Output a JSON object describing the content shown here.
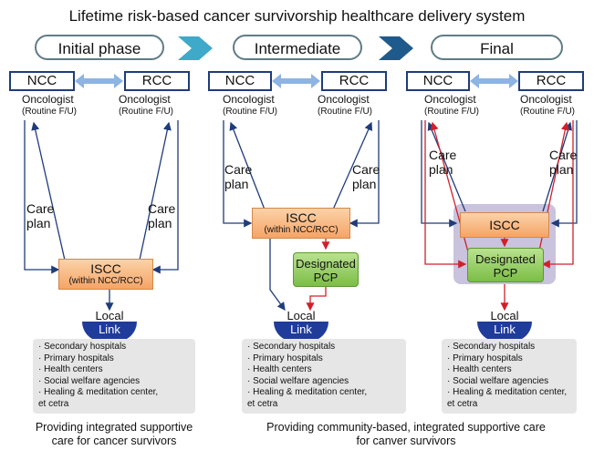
{
  "title": "Lifetime risk-based cancer survivorship healthcare delivery system",
  "phases": [
    "Initial phase",
    "Intermediate",
    "Final"
  ],
  "centers": {
    "ncc": "NCC",
    "rcc": "RCC"
  },
  "oncologist": {
    "label": "Oncologist",
    "sub": "(Routine F/U)"
  },
  "care_plan": {
    "line1": "Care",
    "line2": "plan"
  },
  "iscc": {
    "label": "ISCC",
    "initial_sub": "(within NCC/RCC)",
    "intermediate_sub": "(within NCC/RCC)"
  },
  "pcp": {
    "line1": "Designated",
    "line2": "PCP"
  },
  "local_link": {
    "local": "Local",
    "link": "Link"
  },
  "facilities_a": [
    "· Secondary hospitals",
    "· Primary hospitals",
    "· Health centers",
    "· Social welfare agencies",
    "· Healing & meditation center,",
    "   et cetra"
  ],
  "facilities_b": [
    "· Secondary hospitals",
    "· Primary hospitals",
    "· Health centers",
    "· Social welfare agencies",
    "· Healing & meditation center,",
    "   et cetra"
  ],
  "facilities_c": [
    "· Secondary hospitals",
    "· Primary hospitals",
    "· Health centers",
    "· Social welfare agencies",
    "· Healing & meditation center,",
    "   et cetra"
  ],
  "captions": {
    "initial_1": "Providing integrated supportive",
    "initial_2": "care for cancer survivors",
    "later_1": "Providing community-based, integrated supportive care",
    "later_2": "for canver survivors"
  },
  "colors": {
    "chevron_1": "#3fa9c9",
    "chevron_2": "#1f5a8c",
    "arrow_blue": "#1f3c7a",
    "arrow_red": "#d0202a",
    "shade": "#c9c3de"
  }
}
